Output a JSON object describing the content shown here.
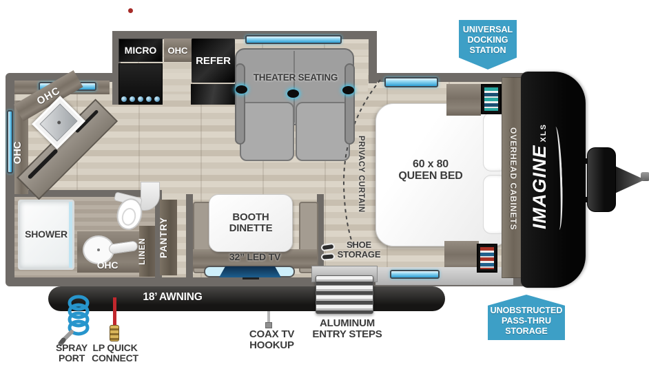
{
  "colors": {
    "badge_blue": "#3d9fc6",
    "window_blue": "#2e9fd4",
    "awning_black": "#2b2a29",
    "lp_red": "#c1272d",
    "spray_blue": "#2795cc",
    "wall_gray": "#6f6b67",
    "front_cap_black": "#0a0a0a"
  },
  "galley": {
    "micro": "MICRO",
    "ohc": "OHC",
    "refer": "REFER",
    "theater_seating": "THEATER SEATING"
  },
  "kitchen": {
    "ohc": "OHC"
  },
  "bathroom": {
    "shower": "SHOWER",
    "ohc": "OHC",
    "linen": "LINEN"
  },
  "hallway": {
    "pantry": "PANTRY",
    "privacy_curtain": "PRIVACY CURTAIN",
    "shoe_storage_line1": "SHOE",
    "shoe_storage_line2": "STORAGE"
  },
  "dinette": {
    "line1": "BOOTH",
    "line2": "DINETTE",
    "tv": "32” LED TV"
  },
  "bedroom": {
    "bed_size": "60 x 80",
    "bed_type": "QUEEN BED",
    "overhead_cabinets": "OVERHEAD CABINETS"
  },
  "exterior": {
    "awning": "18’ AWNING",
    "spray_port_line1": "SPRAY",
    "spray_port_line2": "PORT",
    "lp_line1": "LP QUICK",
    "lp_line2": "CONNECT",
    "coax_line1": "COAX TV",
    "coax_line2": "HOOKUP",
    "steps_line1": "ALUMINUM",
    "steps_line2": "ENTRY STEPS"
  },
  "badges": {
    "docking_line1": "UNIVERSAL",
    "docking_line2": "DOCKING",
    "docking_line3": "STATION",
    "passthru_line1": "UNOBSTRUCTED",
    "passthru_line2": "PASS-THRU",
    "passthru_line3": "STORAGE"
  },
  "brand": {
    "name": "IMAGINE",
    "sub": "XLS"
  }
}
